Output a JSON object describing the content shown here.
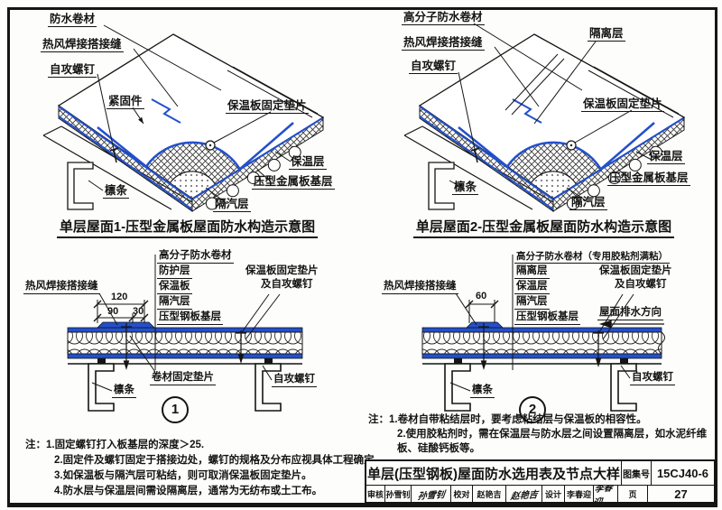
{
  "colors": {
    "membrane_blue": "#2350cc",
    "ink": "#151515"
  },
  "figure1": {
    "caption": "单层屋面1-压型金属板屋面防水构造示意图",
    "labels": {
      "membrane": "防水卷材",
      "seam": "热风焊接搭接缝",
      "screw": "自攻螺钉",
      "fastener": "紧固件",
      "washer": "保温板固定垫片",
      "insulation": "保温层",
      "deck": "压型金属板基层",
      "vapor": "隔汽层",
      "purlin": "檩条"
    }
  },
  "figure2": {
    "caption": "单层屋面2-压型金属板屋面防水构造示意图",
    "labels": {
      "membrane": "高分子防水卷材",
      "seam": "热风焊接搭接缝",
      "screw": "自攻螺钉",
      "separation": "隔离层",
      "washer": "保温板固定垫片",
      "insulation": "保温层",
      "deck": "压型金属板基层",
      "vapor": "隔汽层",
      "purlin": "檩条"
    }
  },
  "detail1": {
    "number": "1",
    "stack": [
      "高分子防水卷材",
      "防护层",
      "保温板",
      "隔汽层",
      "压型钢板基层"
    ],
    "seam": "热风焊接搭接缝",
    "washer_line1": "保温板固定垫片",
    "washer_line2": "及自攻螺钉",
    "membrane_washer": "卷材固定垫片",
    "purlin": "檩条",
    "screw": "自攻螺钉",
    "dim_total": "120",
    "dim_left": "90",
    "dim_right": "30"
  },
  "detail2": {
    "number": "2",
    "stack": [
      "高分子防水卷材（专用胶粘剂满粘）",
      "隔离层",
      "保温层",
      "隔汽层",
      "压型钢板基层"
    ],
    "seam": "热风焊接搭接缝",
    "washer_line1": "保温板固定垫片",
    "washer_line2": "及自攻螺钉",
    "drain": "屋面排水方向",
    "purlin": "檩条",
    "screw": "自攻螺钉",
    "dim_lap": "60"
  },
  "notes_left": {
    "prefix": "注：",
    "items": [
      "1.固定螺钉打入板基层的深度＞25.",
      "2.固定件及螺钉固定于搭接边处，螺钉的规格及分布应视具体工程确定。",
      "3.如保温板与隔汽层可粘结，则可取消保温板固定垫片。",
      "4.防水层与保温层间需设隔离层，通常为无纺布或土工布。"
    ]
  },
  "notes_right": {
    "prefix": "注：",
    "items": [
      "1.卷材自带粘结层时，要考虑粘结层与保温板的相容性。",
      "2.使用胶粘剂时，需在保温层与防水层之间设置隔离层，如水泥纤维板、硅酸钙板等。"
    ]
  },
  "title_block": {
    "title": "单层(压型钢板)屋面防水选用表及节点大样",
    "atlas_label": "图集号",
    "atlas_no": "15CJ40-6",
    "page_label": "页",
    "page_no": "27",
    "audit_label": "审核",
    "audit_name": "孙雪钊",
    "audit_sig": "孙雪钊",
    "check_label": "校对",
    "check_name": "赵艳吉",
    "check_sig": "赵艳吉",
    "design_label": "设计",
    "design_name": "李春迎",
    "design_sig": "李春迎"
  }
}
